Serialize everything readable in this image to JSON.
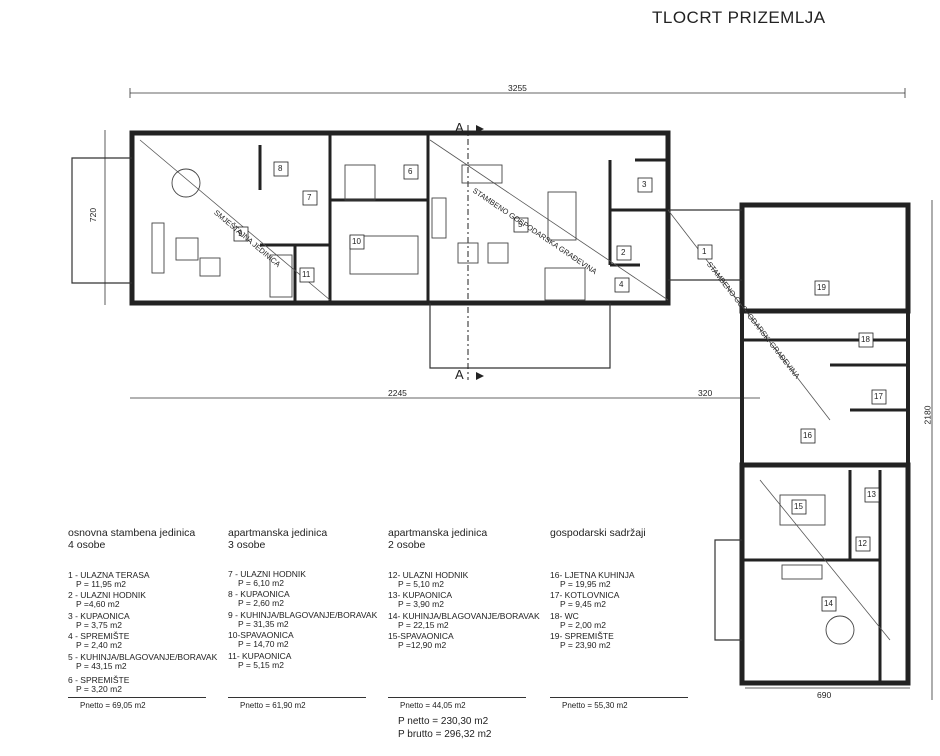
{
  "title": "TLOCRT PRIZEMLJA",
  "dimensions": {
    "total_length": "3255",
    "left_depth": "720",
    "left_length": "2245",
    "gap": "320",
    "right_depth": "2180",
    "right_width": "690"
  },
  "section_label": "A",
  "diagonal_labels": {
    "smjestajna": "SMJEŠTAJNA JEDINICA",
    "stambeno": "STAMBENO GOSPODARSKA GRAĐEVINA",
    "stambeno2": "STAMBENO-GOSPODARSKI GRAĐEVINA"
  },
  "room_numbers": [
    "1",
    "2",
    "3",
    "4",
    "5",
    "6",
    "7",
    "8",
    "9",
    "10",
    "11",
    "12",
    "13",
    "14",
    "15",
    "16",
    "17",
    "18",
    "19"
  ],
  "legend": [
    {
      "h1": "osnovna stambena jedinica",
      "h2": "4 osobe",
      "items": [
        [
          "1 - ULAZNA TERASA",
          "P = 11,95 m2"
        ],
        [
          "2 - ULAZNI HODNIK",
          "P =4,60 m2"
        ],
        [
          "3 - KUPAONICA",
          "P = 3,75 m2"
        ],
        [
          "4 - SPREMIŠTE",
          "P = 2,40 m2"
        ],
        [
          "5 - KUHINJA/BLAGOVANJE/BORAVAK",
          "P = 43,15 m2"
        ],
        [
          "6 - SPREMIŠTE",
          "P = 3,20 m2"
        ]
      ],
      "net": "Pnetto = 69,05 m2"
    },
    {
      "h1": "apartmanska jedinica",
      "h2": "3 osobe",
      "items": [
        [
          "7 - ULAZNI HODNIK",
          "P = 6,10 m2"
        ],
        [
          "8 - KUPAONICA",
          "P = 2,60 m2"
        ],
        [
          "9 - KUHINJA/BLAGOVANJE/BORAVAK",
          "P = 31,35 m2"
        ],
        [
          "10-SPAVAONICA",
          "P = 14,70 m2"
        ],
        [
          "11- KUPAONICA",
          "P = 5,15 m2"
        ]
      ],
      "net": "Pnetto = 61,90 m2"
    },
    {
      "h1": "apartmanska jedinica",
      "h2": "2 osobe",
      "items": [
        [
          "12- ULAZNI HODNIK",
          "P = 5,10 m2"
        ],
        [
          "13- KUPAONICA",
          "P = 3,90 m2"
        ],
        [
          "14- KUHINJA/BLAGOVANJE/BORAVAK",
          "P = 22,15 m2"
        ],
        [
          "15-SPAVAONICA",
          "P =12,90 m2"
        ]
      ],
      "net": "Pnetto = 44,05 m2"
    },
    {
      "h1": "gospodarski sadržaji",
      "h2": "",
      "items": [
        [
          "16- LJETNA KUHINJA",
          "P = 19,95 m2"
        ],
        [
          "17- KOTLOVNICA",
          "P = 9,45 m2"
        ],
        [
          "18- WC",
          "P = 2,00 m2"
        ],
        [
          "19- SPREMIŠTE",
          "P = 23,90 m2"
        ]
      ],
      "net": "Pnetto = 55,30 m2"
    }
  ],
  "totals": {
    "net": "P netto = 230,30 m2",
    "brutto": "P brutto = 296,32 m2"
  }
}
